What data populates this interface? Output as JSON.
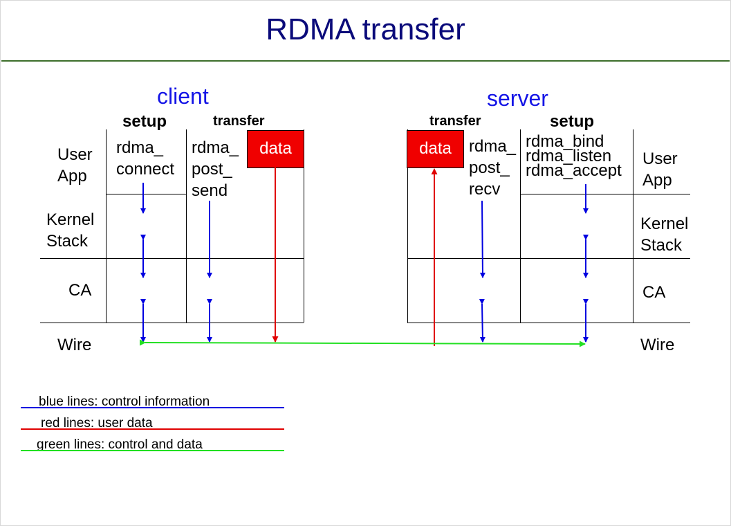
{
  "title": "RDMA transfer",
  "client": {
    "label": "client",
    "setup_header": "setup",
    "transfer_header": "transfer",
    "setup_call": [
      "rdma_",
      "connect"
    ],
    "transfer_call": [
      "rdma_",
      "post_",
      "send"
    ],
    "data_label": "data"
  },
  "server": {
    "label": "server",
    "setup_header": "setup",
    "transfer_header": "transfer",
    "setup_calls": [
      "rdma_bind",
      "rdma_listen",
      "rdma_accept"
    ],
    "transfer_call": [
      "rdma_",
      "post_",
      "recv"
    ],
    "data_label": "data"
  },
  "layers": {
    "user_app": [
      "User",
      "App"
    ],
    "kernel_stack": [
      "Kernel",
      "Stack"
    ],
    "ca": "CA",
    "wire": "Wire"
  },
  "legend": [
    {
      "text": "blue lines: control information",
      "color": "#0000e0"
    },
    {
      "text": "red lines: user data",
      "color": "#e00000"
    },
    {
      "text": "green lines: control and data",
      "color": "#22e022"
    }
  ],
  "colors": {
    "control": "#0000e0",
    "user_data": "#e00000",
    "control_and_data": "#22e022",
    "data_box": "#f00000",
    "title": "#0a0a7a",
    "side_label": "#1414e6"
  }
}
